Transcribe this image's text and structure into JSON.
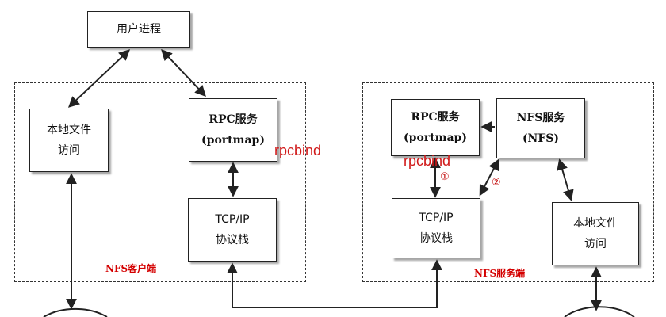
{
  "top_box": {
    "line1": "用户进程"
  },
  "client": {
    "local_fs": {
      "line1": "本地文件",
      "line2": "访问"
    },
    "rpc": {
      "line1": "RPC服务",
      "line2": "(portmap)"
    },
    "tcp": {
      "line1": "TCP/IP",
      "line2": "协议栈"
    },
    "label": "NFS客户端"
  },
  "server": {
    "rpc": {
      "line1": "RPC服务",
      "line2": "(portmap)"
    },
    "nfs": {
      "line1": "NFS服务",
      "line2": "(NFS)"
    },
    "tcp": {
      "line1": "TCP/IP",
      "line2": "协议栈"
    },
    "local_fs": {
      "line1": "本地文件",
      "line2": "访问"
    },
    "label": "NFS服务端"
  },
  "annotations": {
    "rpcbind_1": "rpcbind",
    "rpcbind_2": "rpcbind",
    "step1": "①",
    "step2": "②"
  },
  "colors": {
    "accent": "#d40000",
    "line": "#222222"
  }
}
